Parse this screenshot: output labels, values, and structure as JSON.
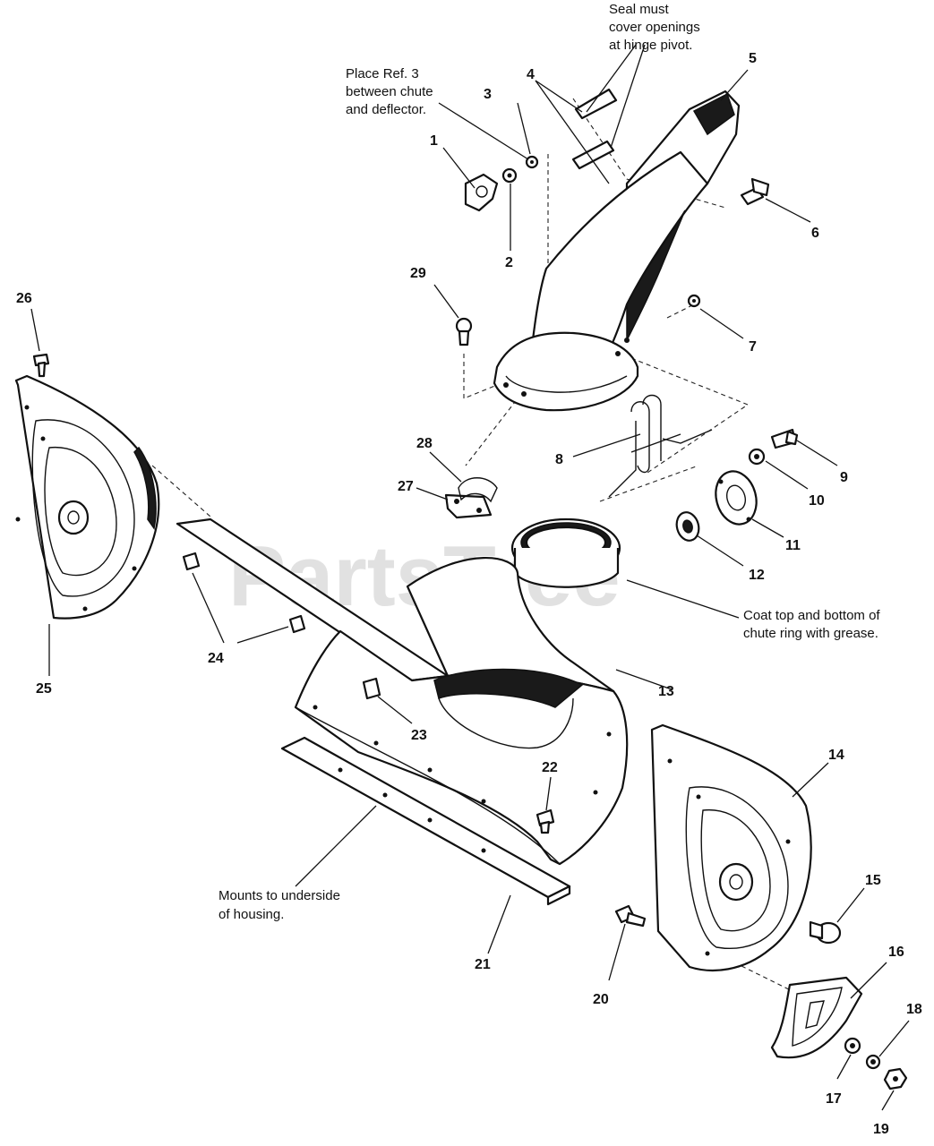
{
  "watermark": "PartsTree",
  "notes": {
    "seal_line1": "Seal must",
    "seal_line2": "cover openings",
    "seal_line3": "at hinge pivot.",
    "place_line1": "Place Ref. 3",
    "place_line2": "between chute",
    "place_line3": "and deflector.",
    "coat_line1": "Coat top and bottom of",
    "coat_line2": "chute ring with grease.",
    "mounts_line1": "Mounts to underside",
    "mounts_line2": "of housing."
  },
  "callouts": [
    "1",
    "2",
    "3",
    "4",
    "5",
    "6",
    "7",
    "8",
    "9",
    "10",
    "11",
    "12",
    "13",
    "14",
    "15",
    "16",
    "17",
    "18",
    "19",
    "20",
    "21",
    "22",
    "23",
    "24",
    "25",
    "26",
    "27",
    "28",
    "29"
  ]
}
